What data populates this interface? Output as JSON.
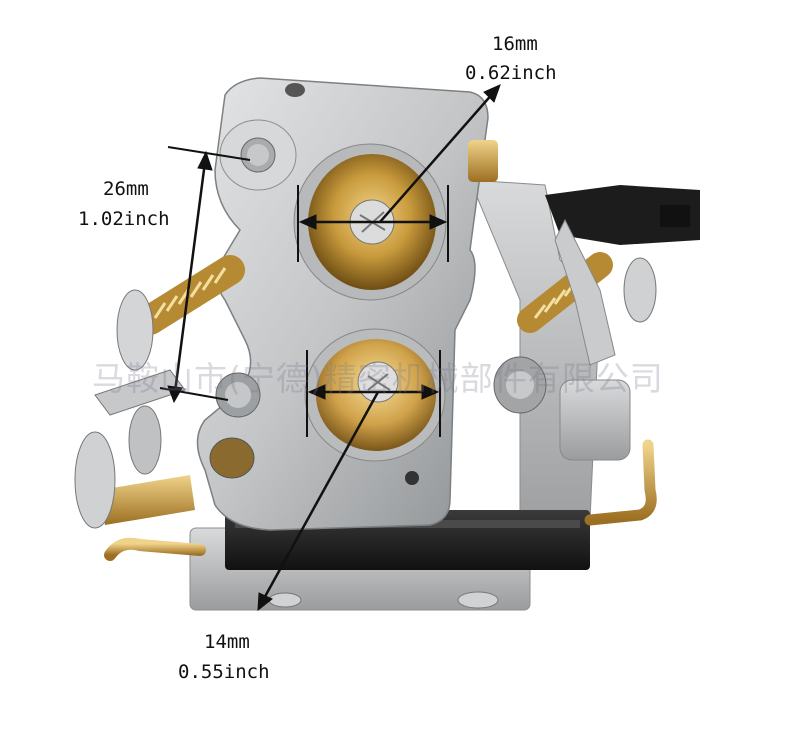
{
  "photo": {
    "subject": "carburetor",
    "watermark": "马鞍山市(宁德)精密机械部件有限公司"
  },
  "dimensions": {
    "top_bore": {
      "mm": "16mm",
      "inch": "0.62inch"
    },
    "mounting_spacing": {
      "mm": "26mm",
      "inch": "1.02inch"
    },
    "bottom_bore": {
      "mm": "14mm",
      "inch": "0.55inch"
    }
  },
  "colors": {
    "aluminum": "#c9cbcd",
    "brass": "#c89a3c",
    "rubber": "#1e1e1e",
    "arrow": "#111111"
  }
}
